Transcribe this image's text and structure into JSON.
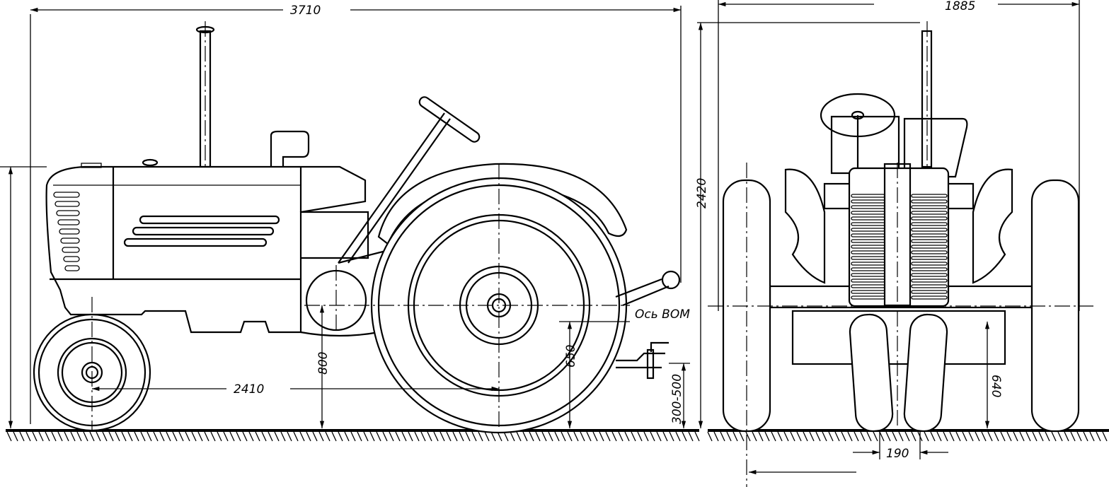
{
  "drawing": {
    "side_view": {
      "overall_length": "3710",
      "wheelbase": "2410",
      "rear_axle_height": "800",
      "pto_axis_height": "650",
      "hitch_height": "300-500",
      "pto_axis_label": "Ось ВОМ"
    },
    "front_view": {
      "overall_width": "1885",
      "overall_height": "2420",
      "axle_height": "640",
      "front_wheel_track": "190"
    }
  }
}
